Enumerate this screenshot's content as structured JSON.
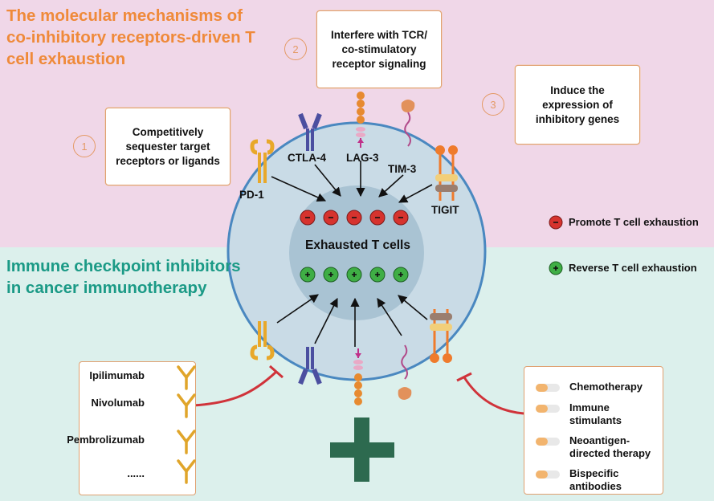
{
  "titles": {
    "top": "The molecular mechanisms of co-inhibitory receptors-driven T cell exhaustion",
    "bottom": "Immune checkpoint inhibitors in cancer immunotherapy"
  },
  "mechanisms": [
    {
      "number": "1",
      "text": "Competitively sequester target receptors or ligands"
    },
    {
      "number": "2",
      "text": "Interfere with TCR/ co-stimulatory receptor signaling"
    },
    {
      "number": "3",
      "text": "Induce the expression of inhibitory genes"
    }
  ],
  "receptors": {
    "pd1": "PD-1",
    "ctla4": "CTLA-4",
    "lag3": "LAG-3",
    "tim3": "TIM-3",
    "tigit": "TIGIT"
  },
  "cell_label": "Exhausted T cells",
  "legend": {
    "promote": {
      "symbol": "-",
      "text": "Promote T cell exhaustion",
      "color": "#d6332e"
    },
    "reverse": {
      "symbol": "+",
      "text": "Reverse T cell exhaustion",
      "color": "#3fae45"
    }
  },
  "drugs": [
    "Ipilimumab",
    "Nivolumab",
    "Pembrolizumab",
    "......"
  ],
  "therapies": [
    "Chemotherapy",
    "Immune stimulants",
    "Neoantigen-directed therapy",
    "Bispecific antibodies"
  ],
  "colors": {
    "title_top": "#ef8a3a",
    "title_bottom": "#1b9a86",
    "cell_outer": "#c9dbe6",
    "cell_inner": "#a9c3d3",
    "membrane": "#4a88c0",
    "inhibit": "#d0333a",
    "plus_sign": "#2d6a4f"
  },
  "icons": [
    "antibody-icon",
    "pill-icon",
    "plus-sign-icon"
  ]
}
